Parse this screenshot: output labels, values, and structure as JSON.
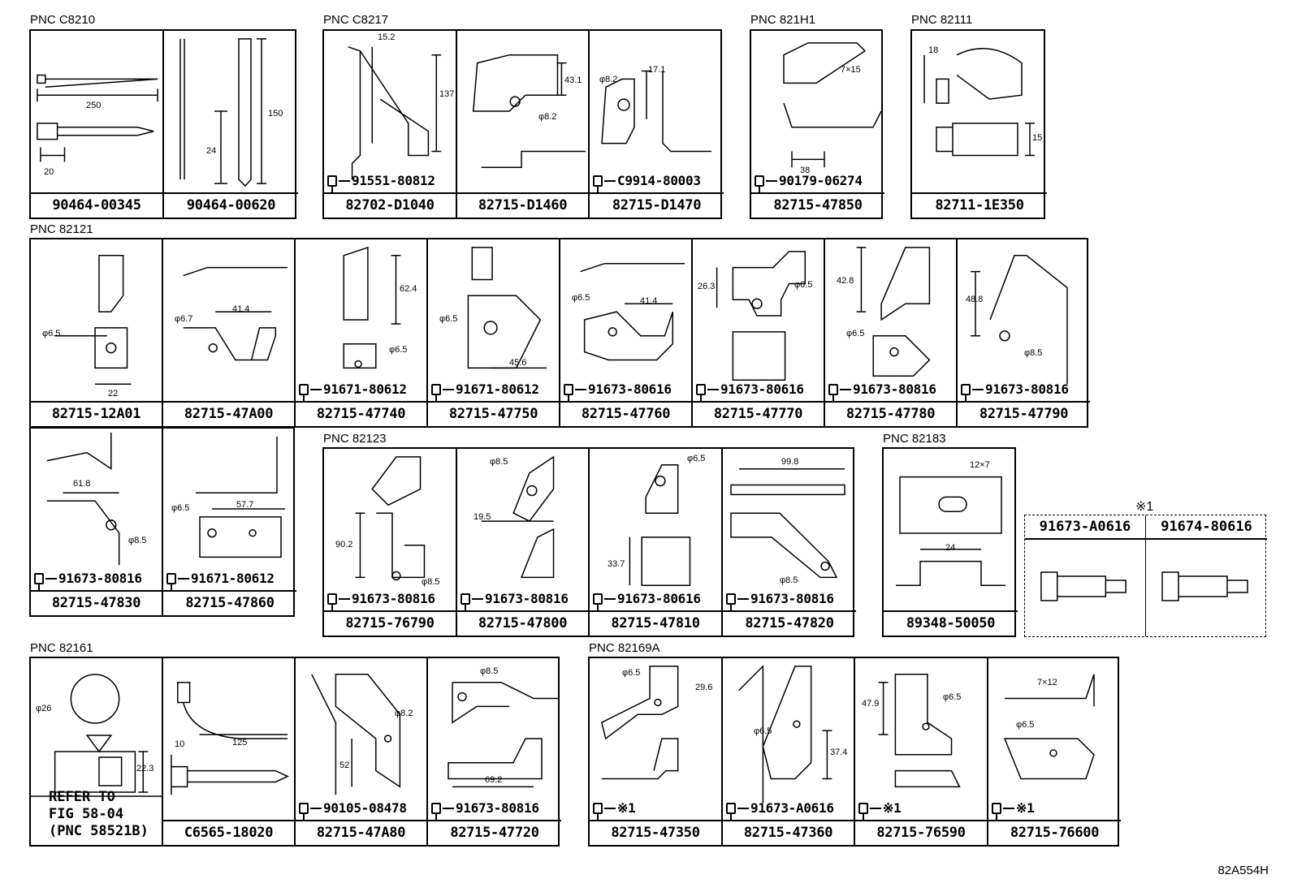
{
  "groups": [
    {
      "pnc": "PNC C8210",
      "parts": [
        {
          "no": "90464-00345",
          "dims": [
            "250",
            "20"
          ]
        },
        {
          "no": "90464-00620",
          "dims": [
            "24",
            "150"
          ]
        }
      ]
    },
    {
      "pnc": "PNC C8217",
      "parts": [
        {
          "no": "82702-D1040",
          "bolt": "91551-80812",
          "dims": [
            "15.2",
            "137"
          ]
        },
        {
          "no": "82715-D1460",
          "dims": [
            "43.1",
            "φ8.2"
          ]
        },
        {
          "no": "82715-D1470",
          "bolt": "C9914-80003",
          "dims": [
            "φ8.2",
            "17.1"
          ]
        }
      ]
    },
    {
      "pnc": "PNC 821H1",
      "parts": [
        {
          "no": "82715-47850",
          "bolt": "90179-06274",
          "dims": [
            "7×15",
            "38"
          ]
        }
      ]
    },
    {
      "pnc": "PNC 82111",
      "parts": [
        {
          "no": "82711-1E350",
          "dims": [
            "18",
            "15"
          ]
        }
      ]
    },
    {
      "pnc": "PNC 82121",
      "parts": [
        {
          "no": "82715-12A01",
          "dims": [
            "φ6.5",
            "22"
          ]
        },
        {
          "no": "82715-47A00",
          "dims": [
            "φ6.7",
            "41.4"
          ]
        },
        {
          "no": "82715-47740",
          "bolt": "91671-80612",
          "dims": [
            "62.4",
            "φ6.5"
          ]
        },
        {
          "no": "82715-47750",
          "bolt": "91671-80612",
          "dims": [
            "φ6.5",
            "45.6"
          ]
        },
        {
          "no": "82715-47760",
          "bolt": "91673-80616",
          "dims": [
            "φ6.5",
            "41.4"
          ]
        },
        {
          "no": "82715-47770",
          "bolt": "91673-80616",
          "dims": [
            "26.3",
            "φ6.5"
          ]
        },
        {
          "no": "82715-47780",
          "bolt": "91673-80816",
          "dims": [
            "42.8",
            "φ6.5"
          ]
        },
        {
          "no": "82715-47790",
          "bolt": "91673-80816",
          "dims": [
            "48.8",
            "φ8.5"
          ]
        }
      ]
    },
    {
      "pnc": "",
      "parts": [
        {
          "no": "82715-47830",
          "bolt": "91673-80816",
          "dims": [
            "61.8",
            "φ8.5"
          ]
        },
        {
          "no": "82715-47860",
          "bolt": "91671-80612",
          "dims": [
            "φ6.5",
            "57.7"
          ]
        }
      ]
    },
    {
      "pnc": "PNC 82123",
      "parts": [
        {
          "no": "82715-76790",
          "bolt": "91673-80816",
          "dims": [
            "90.2",
            "φ8.5"
          ]
        },
        {
          "no": "82715-47800",
          "bolt": "91673-80816",
          "dims": [
            "φ8.5",
            "19.5"
          ]
        },
        {
          "no": "82715-47810",
          "bolt": "91673-80616",
          "dims": [
            "φ6.5",
            "33.7"
          ]
        },
        {
          "no": "82715-47820",
          "bolt": "91673-80816",
          "dims": [
            "99.8",
            "φ8.5"
          ]
        }
      ]
    },
    {
      "pnc": "PNC 82183",
      "parts": [
        {
          "no": "89348-50050",
          "dims": [
            "12×7",
            "24"
          ]
        }
      ]
    },
    {
      "pnc": "PNC 82161",
      "parts": [
        {
          "no": "",
          "refer": [
            "REFER TO",
            "FIG 58-04",
            "(PNC 58521B)"
          ],
          "dims": [
            "φ26",
            "22.3"
          ]
        },
        {
          "no": "C6565-18020",
          "dims": [
            "125",
            "10"
          ]
        },
        {
          "no": "82715-47A80",
          "bolt": "90105-08478",
          "dims": [
            "φ8.2",
            "52"
          ]
        },
        {
          "no": "82715-47720",
          "bolt": "91673-80816",
          "dims": [
            "φ8.5",
            "69.2"
          ]
        }
      ]
    },
    {
      "pnc": "PNC 82169A",
      "parts": [
        {
          "no": "82715-47350",
          "bolt": "※1",
          "dims": [
            "φ6.5",
            "29.6"
          ]
        },
        {
          "no": "82715-47360",
          "bolt": "91673-A0616",
          "dims": [
            "φ6.5",
            "37.4"
          ]
        },
        {
          "no": "82715-76590",
          "bolt": "※1",
          "dims": [
            "47.9",
            "φ6.5"
          ]
        },
        {
          "no": "82715-76600",
          "bolt": "※1",
          "dims": [
            "7×12",
            "φ6.5"
          ]
        }
      ]
    }
  ],
  "legend": {
    "mark": "※1",
    "items": [
      "91673-A0616",
      "91674-80616"
    ]
  },
  "code": "82A554H"
}
